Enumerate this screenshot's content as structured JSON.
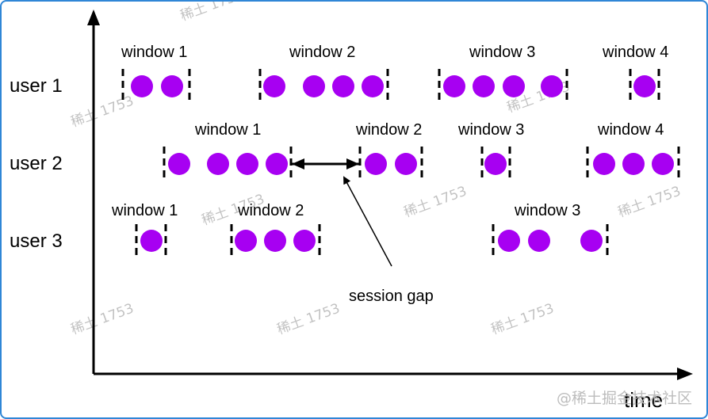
{
  "axes": {
    "x_label": "time"
  },
  "users": [
    {
      "label": "user 1",
      "windows": [
        {
          "label": "window 1",
          "events": 2
        },
        {
          "label": "window 2",
          "events": 4
        },
        {
          "label": "window 3",
          "events": 4
        },
        {
          "label": "window 4",
          "events": 1
        }
      ]
    },
    {
      "label": "user 2",
      "windows": [
        {
          "label": "window 1",
          "events": 4
        },
        {
          "label": "window 2",
          "events": 2
        },
        {
          "label": "window 3",
          "events": 1
        },
        {
          "label": "window 4",
          "events": 3
        }
      ]
    },
    {
      "label": "user 3",
      "windows": [
        {
          "label": "window 1",
          "events": 1
        },
        {
          "label": "window 2",
          "events": 3
        },
        {
          "label": "window 3",
          "events": 3
        }
      ]
    }
  ],
  "annotation": {
    "session_gap": "session gap"
  },
  "watermark": "@稀土掘金技术社区",
  "colors": {
    "event": "#a700f2",
    "frame_border": "#2f86d6",
    "ink": "#000000"
  }
}
